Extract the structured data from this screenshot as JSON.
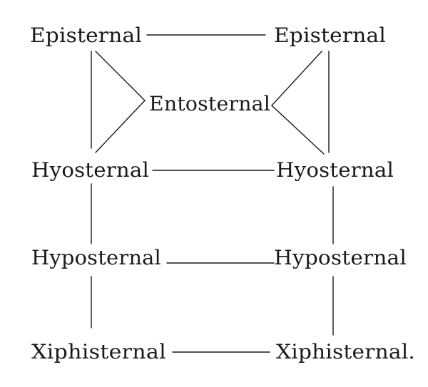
{
  "diagram": {
    "nodes": {
      "episternal_left": "Episternal",
      "episternal_right": "Episternal",
      "entosternal": "Entosternal",
      "hyosternal_left": "Hyosternal",
      "hyosternal_right": "Hyosternal",
      "hyposternal_left": "Hyposternal",
      "hyposternal_right": "Hyposternal",
      "xiphisternal_left": "Xiphisternal",
      "xiphisternal_right": "Xiphisternal."
    },
    "ink_color": "#1a1a1a"
  }
}
